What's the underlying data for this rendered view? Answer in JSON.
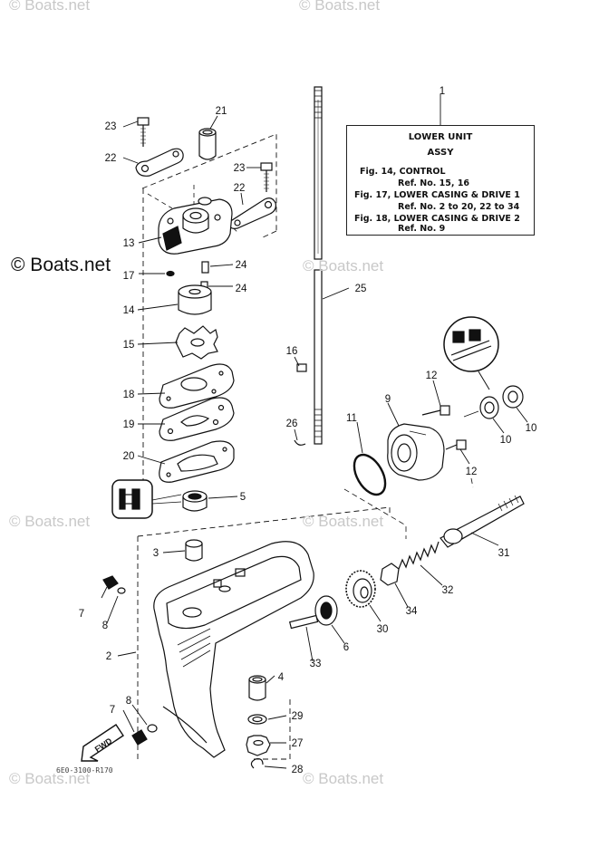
{
  "watermarks": {
    "main": "© Boats.net",
    "faint": "© Boats.net"
  },
  "legend": {
    "title_line1": "LOWER UNIT",
    "title_line2": "ASSY",
    "lines": [
      "Fig. 14, CONTROL",
      "Ref. No. 15, 16",
      "Fig. 17, LOWER CASING & DRIVE 1",
      "Ref. No. 2 to 20, 22 to 34",
      "Fig. 18, LOWER CASING & DRIVE 2",
      "Ref. No. 9"
    ]
  },
  "callouts": [
    "1",
    "2",
    "3",
    "4",
    "5",
    "6",
    "7",
    "7",
    "8",
    "8",
    "9",
    "10",
    "10",
    "11",
    "12",
    "12",
    "13",
    "14",
    "15",
    "16",
    "17",
    "18",
    "19",
    "20",
    "21",
    "22",
    "22",
    "23",
    "23",
    "24",
    "24",
    "25",
    "26",
    "27",
    "28",
    "29",
    "30",
    "31",
    "32",
    "33",
    "34"
  ],
  "fwd_label": "FWD",
  "catalog_code": "6E0-3100-R170",
  "colors": {
    "line": "#111111",
    "watermark": "#c8c8c8"
  }
}
